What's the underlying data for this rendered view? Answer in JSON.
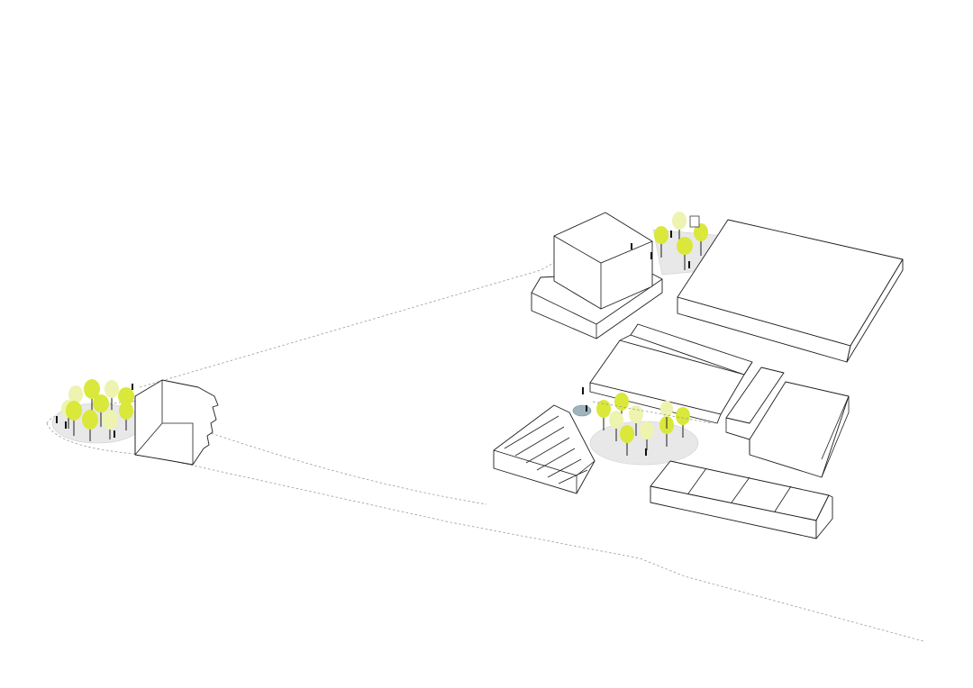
{
  "diagram": {
    "type": "axonometric-site-plan",
    "colors": {
      "background": "#ffffff",
      "line": "#1e1e1e",
      "boundary": "#9a9a9a",
      "plaza": "#e8e8e8",
      "tree_bright": "#d9e83a",
      "tree_pale": "#eef3b0",
      "water": "#9eb3bd"
    },
    "elements": [
      "site-boundary",
      "tree-cluster-west",
      "tree-cluster-north",
      "tree-cluster-center",
      "building-west-folded",
      "building-cube",
      "building-large-slab",
      "building-sawtooth-hall",
      "building-east-block",
      "building-south-row",
      "building-stepped-wedge",
      "water-feature"
    ]
  }
}
